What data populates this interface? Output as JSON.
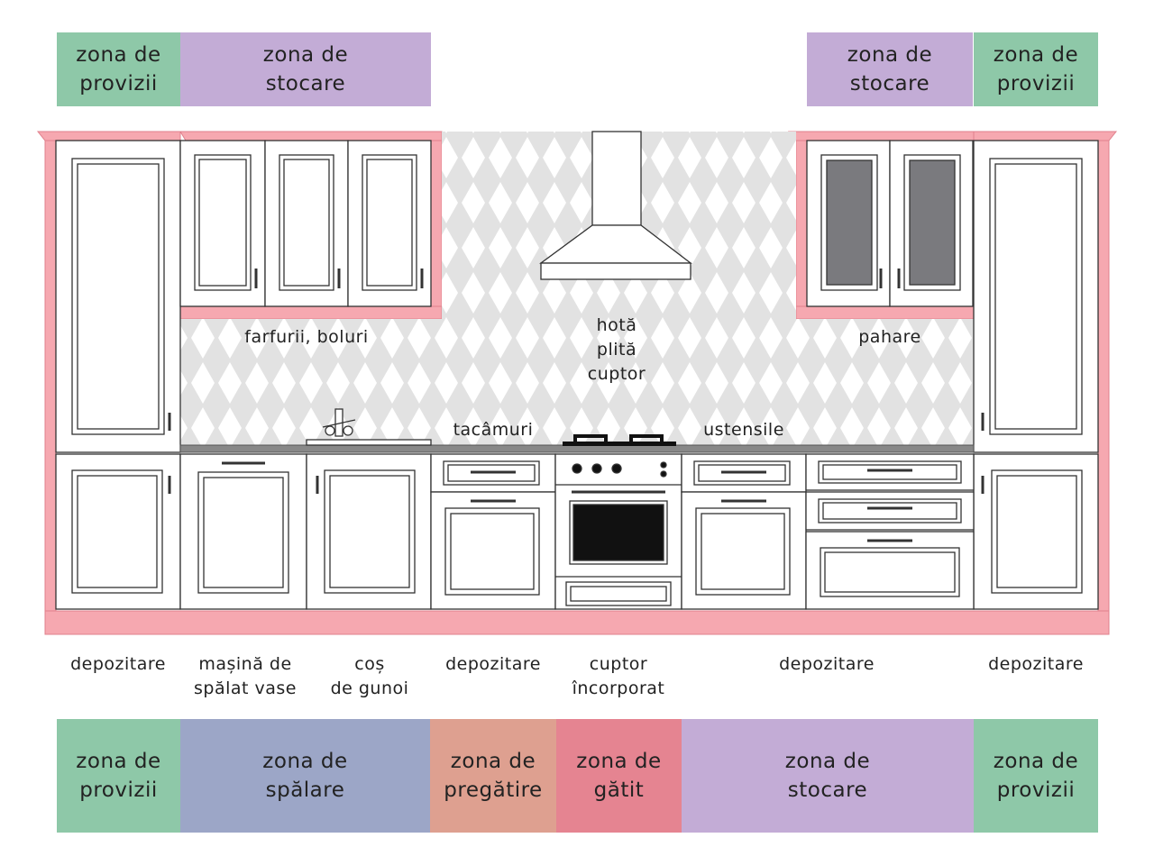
{
  "colors": {
    "provizii": "#8ec8a8",
    "stocare": "#c3acd6",
    "spalare": "#9ca6c7",
    "pregatire": "#dea090",
    "gatit": "#e58491",
    "frame": "#f6a8b0",
    "frame_dark": "#e0808c",
    "tile_bg": "#e2e2e2",
    "glass": "#7a7a7e"
  },
  "top_zones": [
    {
      "label": "zona de\nprovizii",
      "color": "#8ec8a8"
    },
    {
      "label": "zona de\nstocare",
      "color": "#c3acd6"
    },
    {
      "label": "zona de\nstocare",
      "color": "#c3acd6"
    },
    {
      "label": "zona de\nprovizii",
      "color": "#8ec8a8"
    }
  ],
  "wall_labels": {
    "plates": "farfurii, boluri",
    "hood": "hotă\nplită\ncuptor",
    "glasses": "pahare",
    "cutlery": "tacâmuri",
    "utensils": "ustensile"
  },
  "base_labels": [
    "depozitare",
    "mașină de\nspălat vase",
    "coș\nde gunoi",
    "depozitare",
    "cuptor\nîncorporat",
    "depozitare",
    "depozitare"
  ],
  "bottom_zones": [
    {
      "label": "zona de\nprovizii",
      "color": "#8ec8a8"
    },
    {
      "label": "zona de\nspălare",
      "color": "#9ca6c7"
    },
    {
      "label": "zona de\npregătire",
      "color": "#dea090"
    },
    {
      "label": "zona de\ngătit",
      "color": "#e58491"
    },
    {
      "label": "zona de\nstocare",
      "color": "#c3acd6"
    },
    {
      "label": "zona de\nprovizii",
      "color": "#8ec8a8"
    }
  ]
}
